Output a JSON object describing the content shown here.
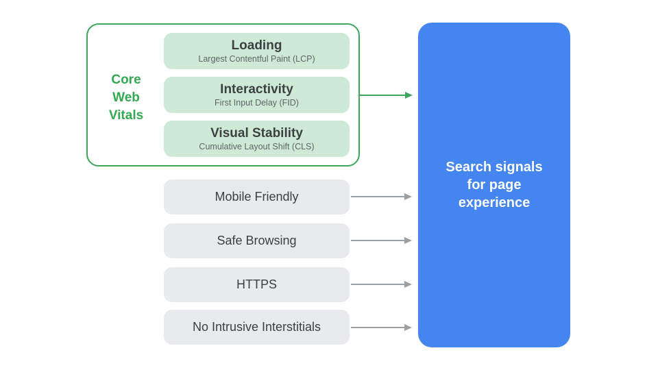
{
  "colors": {
    "green": "#34A853",
    "green_border": "#3FA45B",
    "green_fill": "#CEEAD6",
    "gray_fill": "#E8EAED",
    "blue_fill": "#4485F0",
    "arrow_gray": "#9AA0A6",
    "title_text": "#3C4043",
    "subtitle_text": "#5F6368",
    "result_text": "#FFFFFF"
  },
  "core_web_vitals": {
    "label": "Core Web Vitals",
    "label_lines": [
      "Core",
      "Web",
      "Vitals"
    ],
    "items": [
      {
        "title": "Loading",
        "subtitle": "Largest Contentful Paint (LCP)"
      },
      {
        "title": "Interactivity",
        "subtitle": "First Input Delay (FID)"
      },
      {
        "title": "Visual Stability",
        "subtitle": "Cumulative Layout Shift (CLS)"
      }
    ]
  },
  "other_signals": [
    "Mobile Friendly",
    "Safe Browsing",
    "HTTPS",
    "No Intrusive Interstitials"
  ],
  "result_box": {
    "label": "Search signals for page experience",
    "lines": [
      "Search signals",
      "for page",
      "experience"
    ]
  }
}
